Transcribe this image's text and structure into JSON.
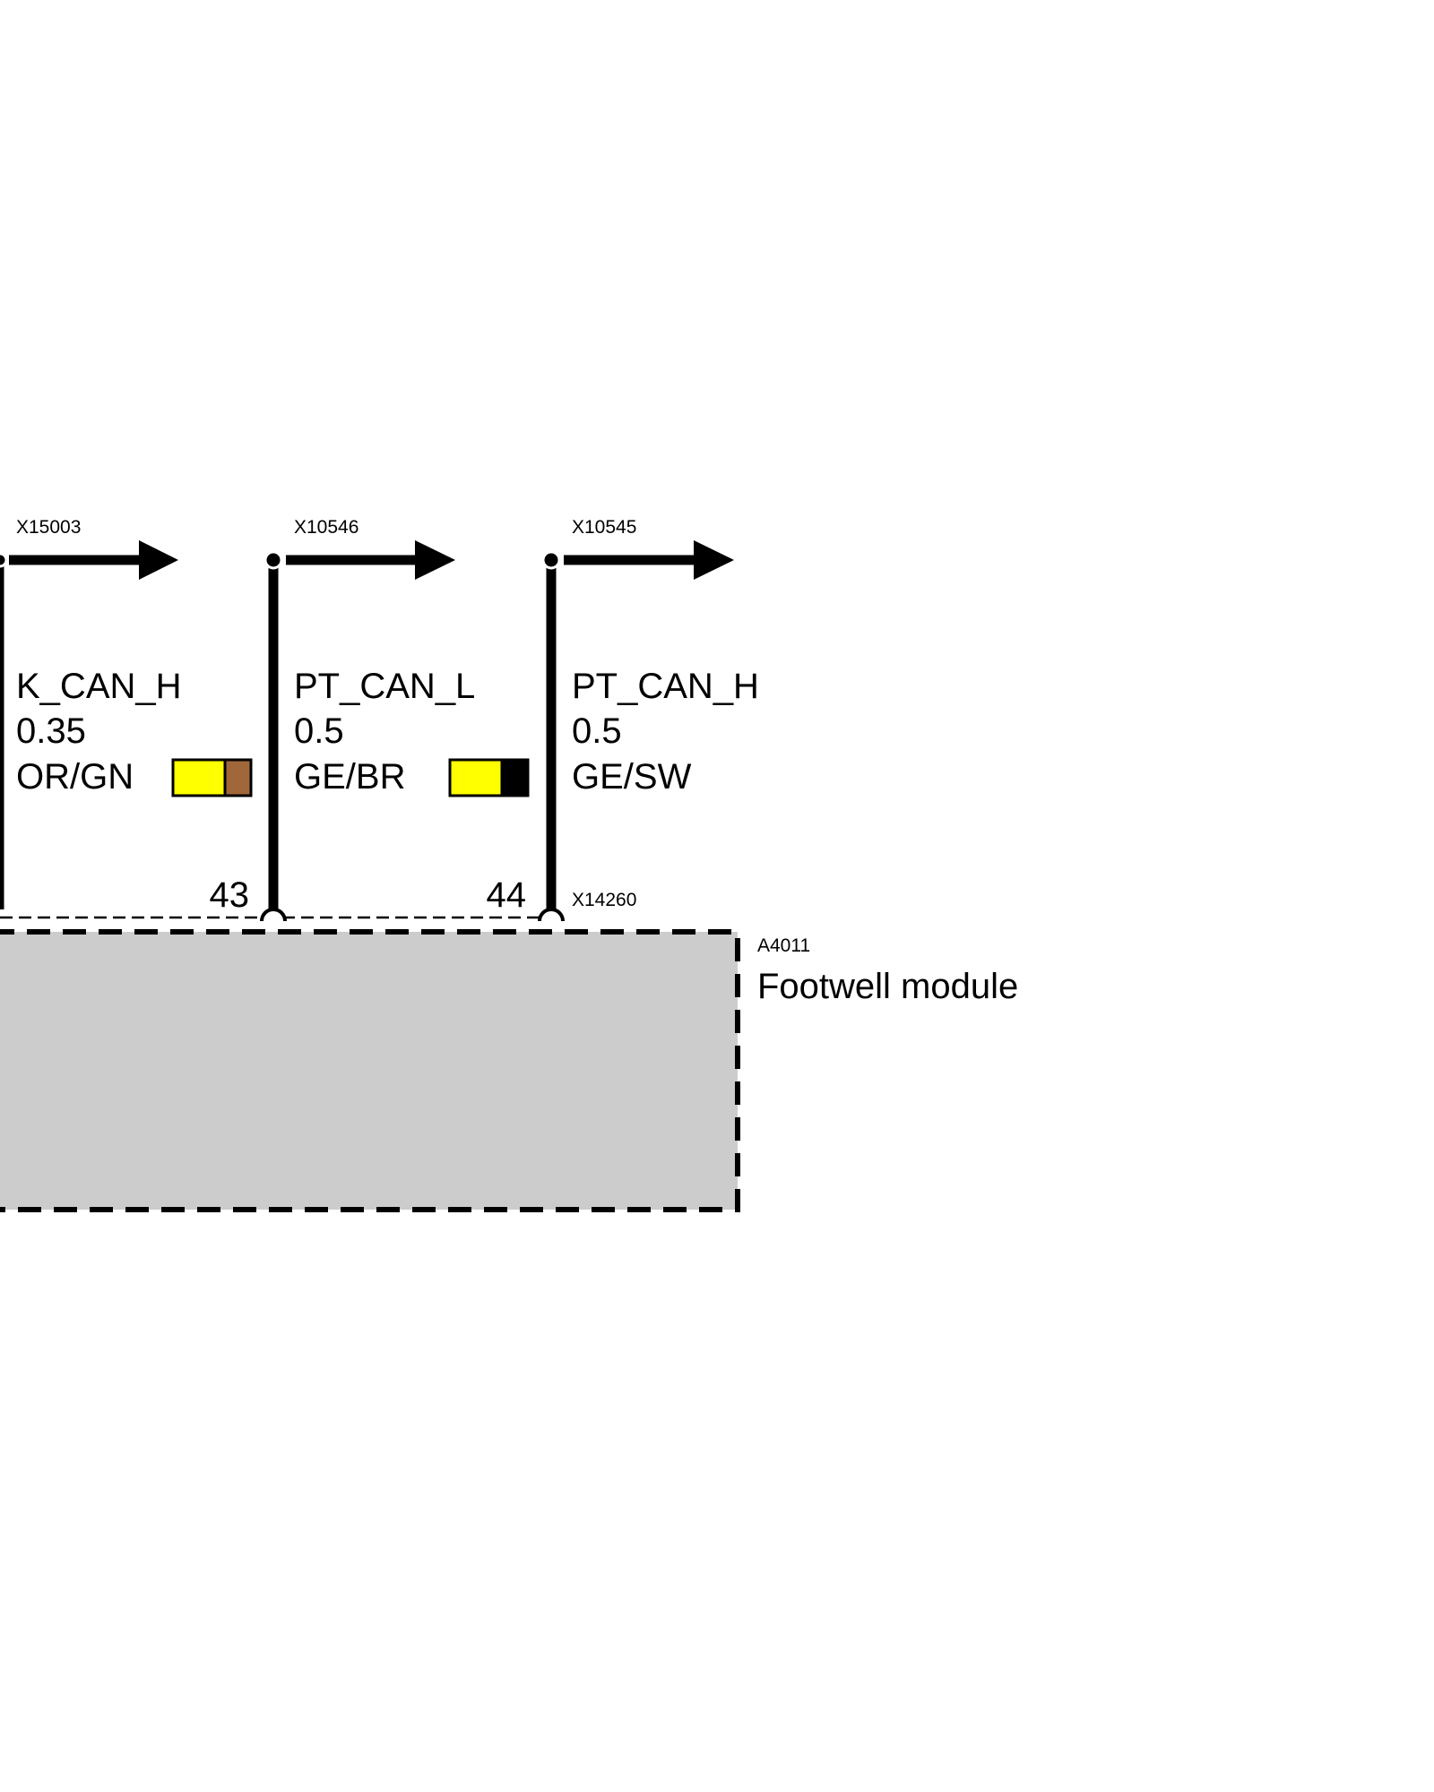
{
  "wires": [
    {
      "connector": "X15003",
      "signal": "K_CAN_H",
      "gauge": "0.35",
      "color_code": "OR/GN",
      "swatch_colors": [
        "#ffff00",
        "#a0683a"
      ]
    },
    {
      "connector": "X10546",
      "signal": "PT_CAN_L",
      "gauge": "0.5",
      "color_code": "GE/BR",
      "pin": "43",
      "swatch_colors": [
        "#ffff00",
        "#000000"
      ]
    },
    {
      "connector": "X10545",
      "signal": "PT_CAN_H",
      "gauge": "0.5",
      "color_code": "GE/SW",
      "pin": "44"
    }
  ],
  "module_connector": "X14260",
  "module": {
    "id": "A4011",
    "name": "Footwell module",
    "fill_color": "#cccccc"
  }
}
